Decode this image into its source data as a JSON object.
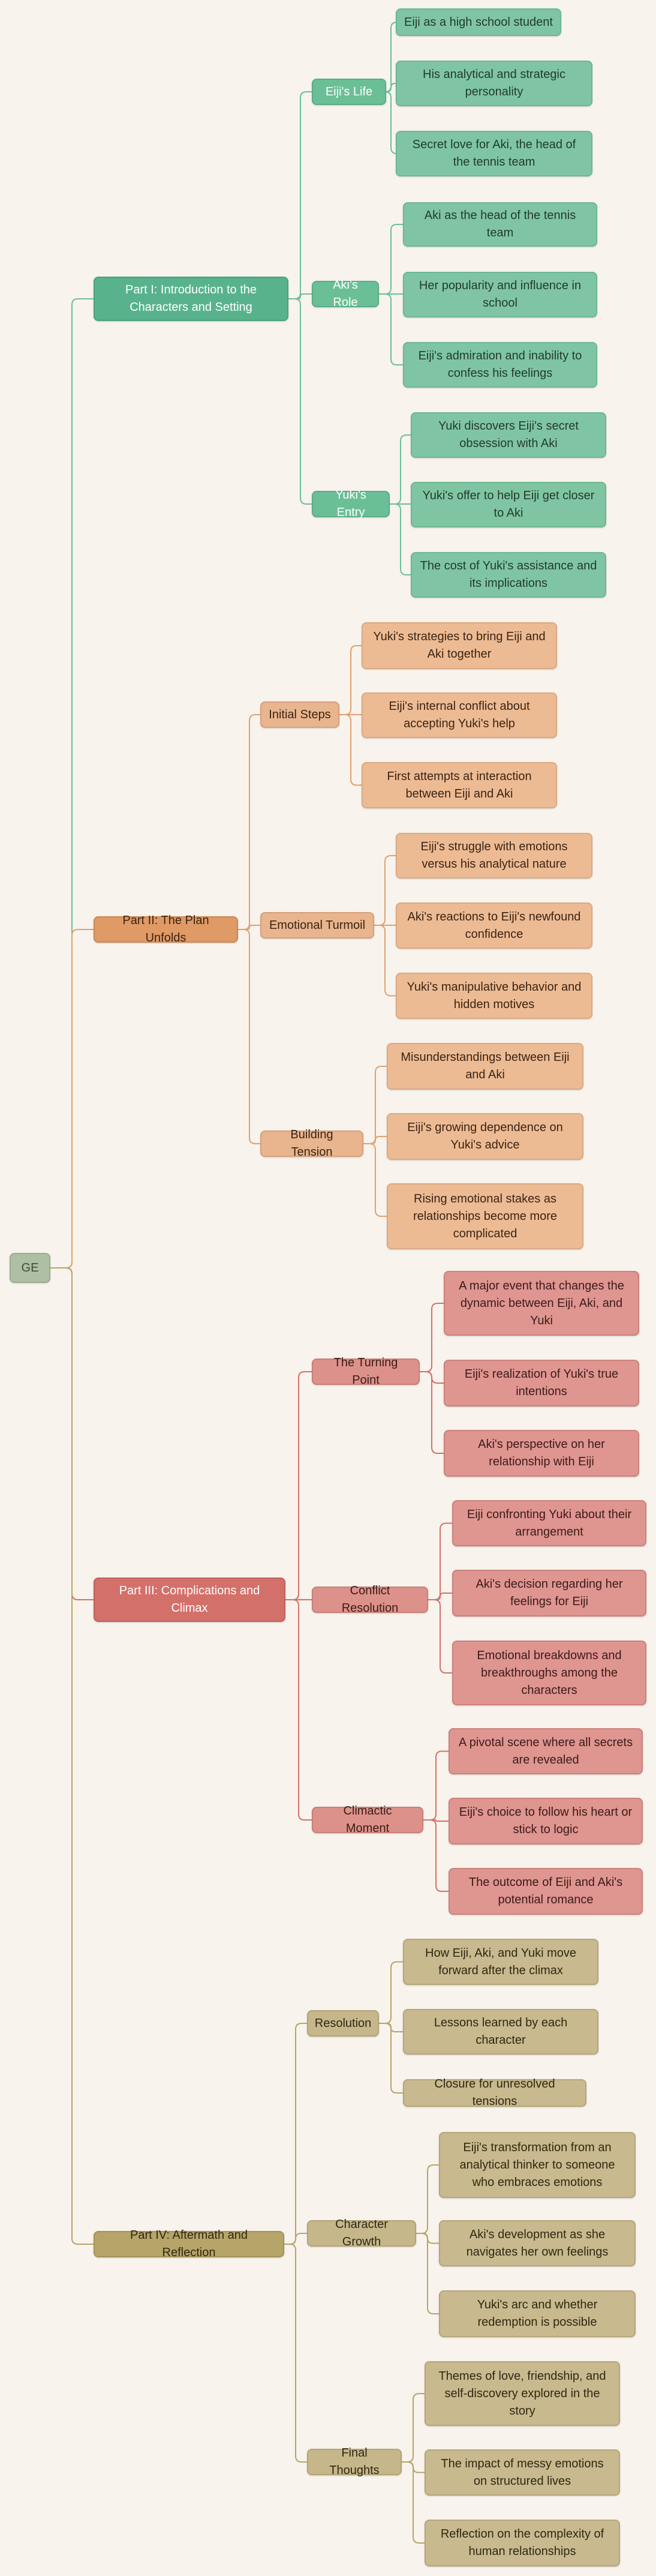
{
  "diagram": {
    "root": "GE",
    "sections": [
      {
        "title": "Part I: Introduction to the Characters and Setting",
        "colors": {
          "line": "#6bbf97"
        },
        "children": [
          {
            "title": "Eiji's Life",
            "children": [
              "Eiji as a high school student",
              "His analytical and strategic personality",
              "Secret love for Aki, the head of the tennis team"
            ]
          },
          {
            "title": "Aki's Role",
            "children": [
              "Aki as the head of the tennis team",
              "Her popularity and influence in school",
              "Eiji's admiration and inability to confess his feelings"
            ]
          },
          {
            "title": "Yuki's Entry",
            "children": [
              "Yuki discovers Eiji's secret obsession with Aki",
              "Yuki's offer to help Eiji get closer to Aki",
              "The cost of Yuki's assistance and its implications"
            ]
          }
        ]
      },
      {
        "title": "Part II: The Plan Unfolds",
        "colors": {
          "line": "#e0a070"
        },
        "children": [
          {
            "title": "Initial Steps",
            "children": [
              "Yuki's strategies to bring Eiji and Aki together",
              "Eiji's internal conflict about accepting Yuki's help",
              "First attempts at interaction between Eiji and Aki"
            ]
          },
          {
            "title": "Emotional Turmoil",
            "children": [
              "Eiji's struggle with emotions versus his analytical nature",
              "Aki's reactions to Eiji's newfound confidence",
              "Yuki's manipulative behavior and hidden motives"
            ]
          },
          {
            "title": "Building Tension",
            "children": [
              "Misunderstandings between Eiji and Aki",
              "Eiji's growing dependence on Yuki's advice",
              "Rising emotional stakes as relationships become more complicated"
            ]
          }
        ]
      },
      {
        "title": "Part III: Complications and Climax",
        "colors": {
          "line": "#d4706a"
        },
        "children": [
          {
            "title": "The Turning Point",
            "children": [
              "A major event that changes the dynamic between Eiji, Aki, and Yuki",
              "Eiji's realization of Yuki's true intentions",
              "Aki's perspective on her relationship with Eiji"
            ]
          },
          {
            "title": "Conflict Resolution",
            "children": [
              "Eiji confronting Yuki about their arrangement",
              "Aki's decision regarding her feelings for Eiji",
              "Emotional breakdowns and breakthroughs among the characters"
            ]
          },
          {
            "title": "Climactic Moment",
            "children": [
              "A pivotal scene where all secrets are revealed",
              "Eiji's choice to follow his heart or stick to logic",
              "The outcome of Eiji and Aki's potential romance"
            ]
          }
        ]
      },
      {
        "title": "Part IV: Aftermath and Reflection",
        "colors": {
          "line": "#b7a468"
        },
        "children": [
          {
            "title": "Resolution",
            "children": [
              "How Eiji, Aki, and Yuki move forward after the climax",
              "Lessons learned by each character",
              "Closure for unresolved tensions"
            ]
          },
          {
            "title": "Character Growth",
            "children": [
              "Eiji's transformation from an analytical thinker to someone who embraces emotions",
              "Aki's development as she navigates her own feelings",
              "Yuki's arc and whether redemption is possible"
            ]
          },
          {
            "title": "Final Thoughts",
            "children": [
              "Themes of love, friendship, and self-discovery explored in the story",
              "The impact of messy emotions on structured lives",
              "Reflection on the complexity of human relationships"
            ]
          }
        ]
      }
    ]
  }
}
